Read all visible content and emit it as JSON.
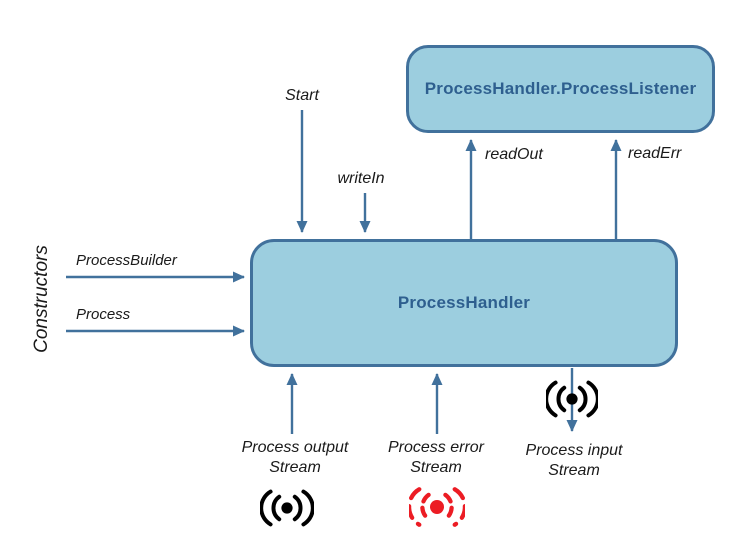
{
  "diagram": {
    "colors": {
      "box_fill": "#9CCEDF",
      "box_border": "#41719C",
      "box_text": "#2E5F8F",
      "arrow": "#41719C",
      "label": "#1a1a1a",
      "signal_icon": "#000000",
      "error_icon": "#EC1C24",
      "canvas_bg": "#FFFFFF"
    },
    "boxes": {
      "listener": {
        "label": "ProcessHandler.ProcessListener"
      },
      "handler": {
        "label": "ProcessHandler"
      }
    },
    "arrow_labels": {
      "start": "Start",
      "write_in": "writeIn",
      "read_out": "readOut",
      "read_err": "readErr",
      "constructors": "Constructors",
      "process_builder": "ProcessBuilder",
      "process": "Process"
    },
    "streams": {
      "output": {
        "label": "Process output Stream",
        "icon": "signal-icon-black"
      },
      "error": {
        "label": "Process error Stream",
        "icon": "signal-icon-red"
      },
      "input": {
        "label": "Process input Stream",
        "icon": "signal-icon-black"
      }
    }
  }
}
